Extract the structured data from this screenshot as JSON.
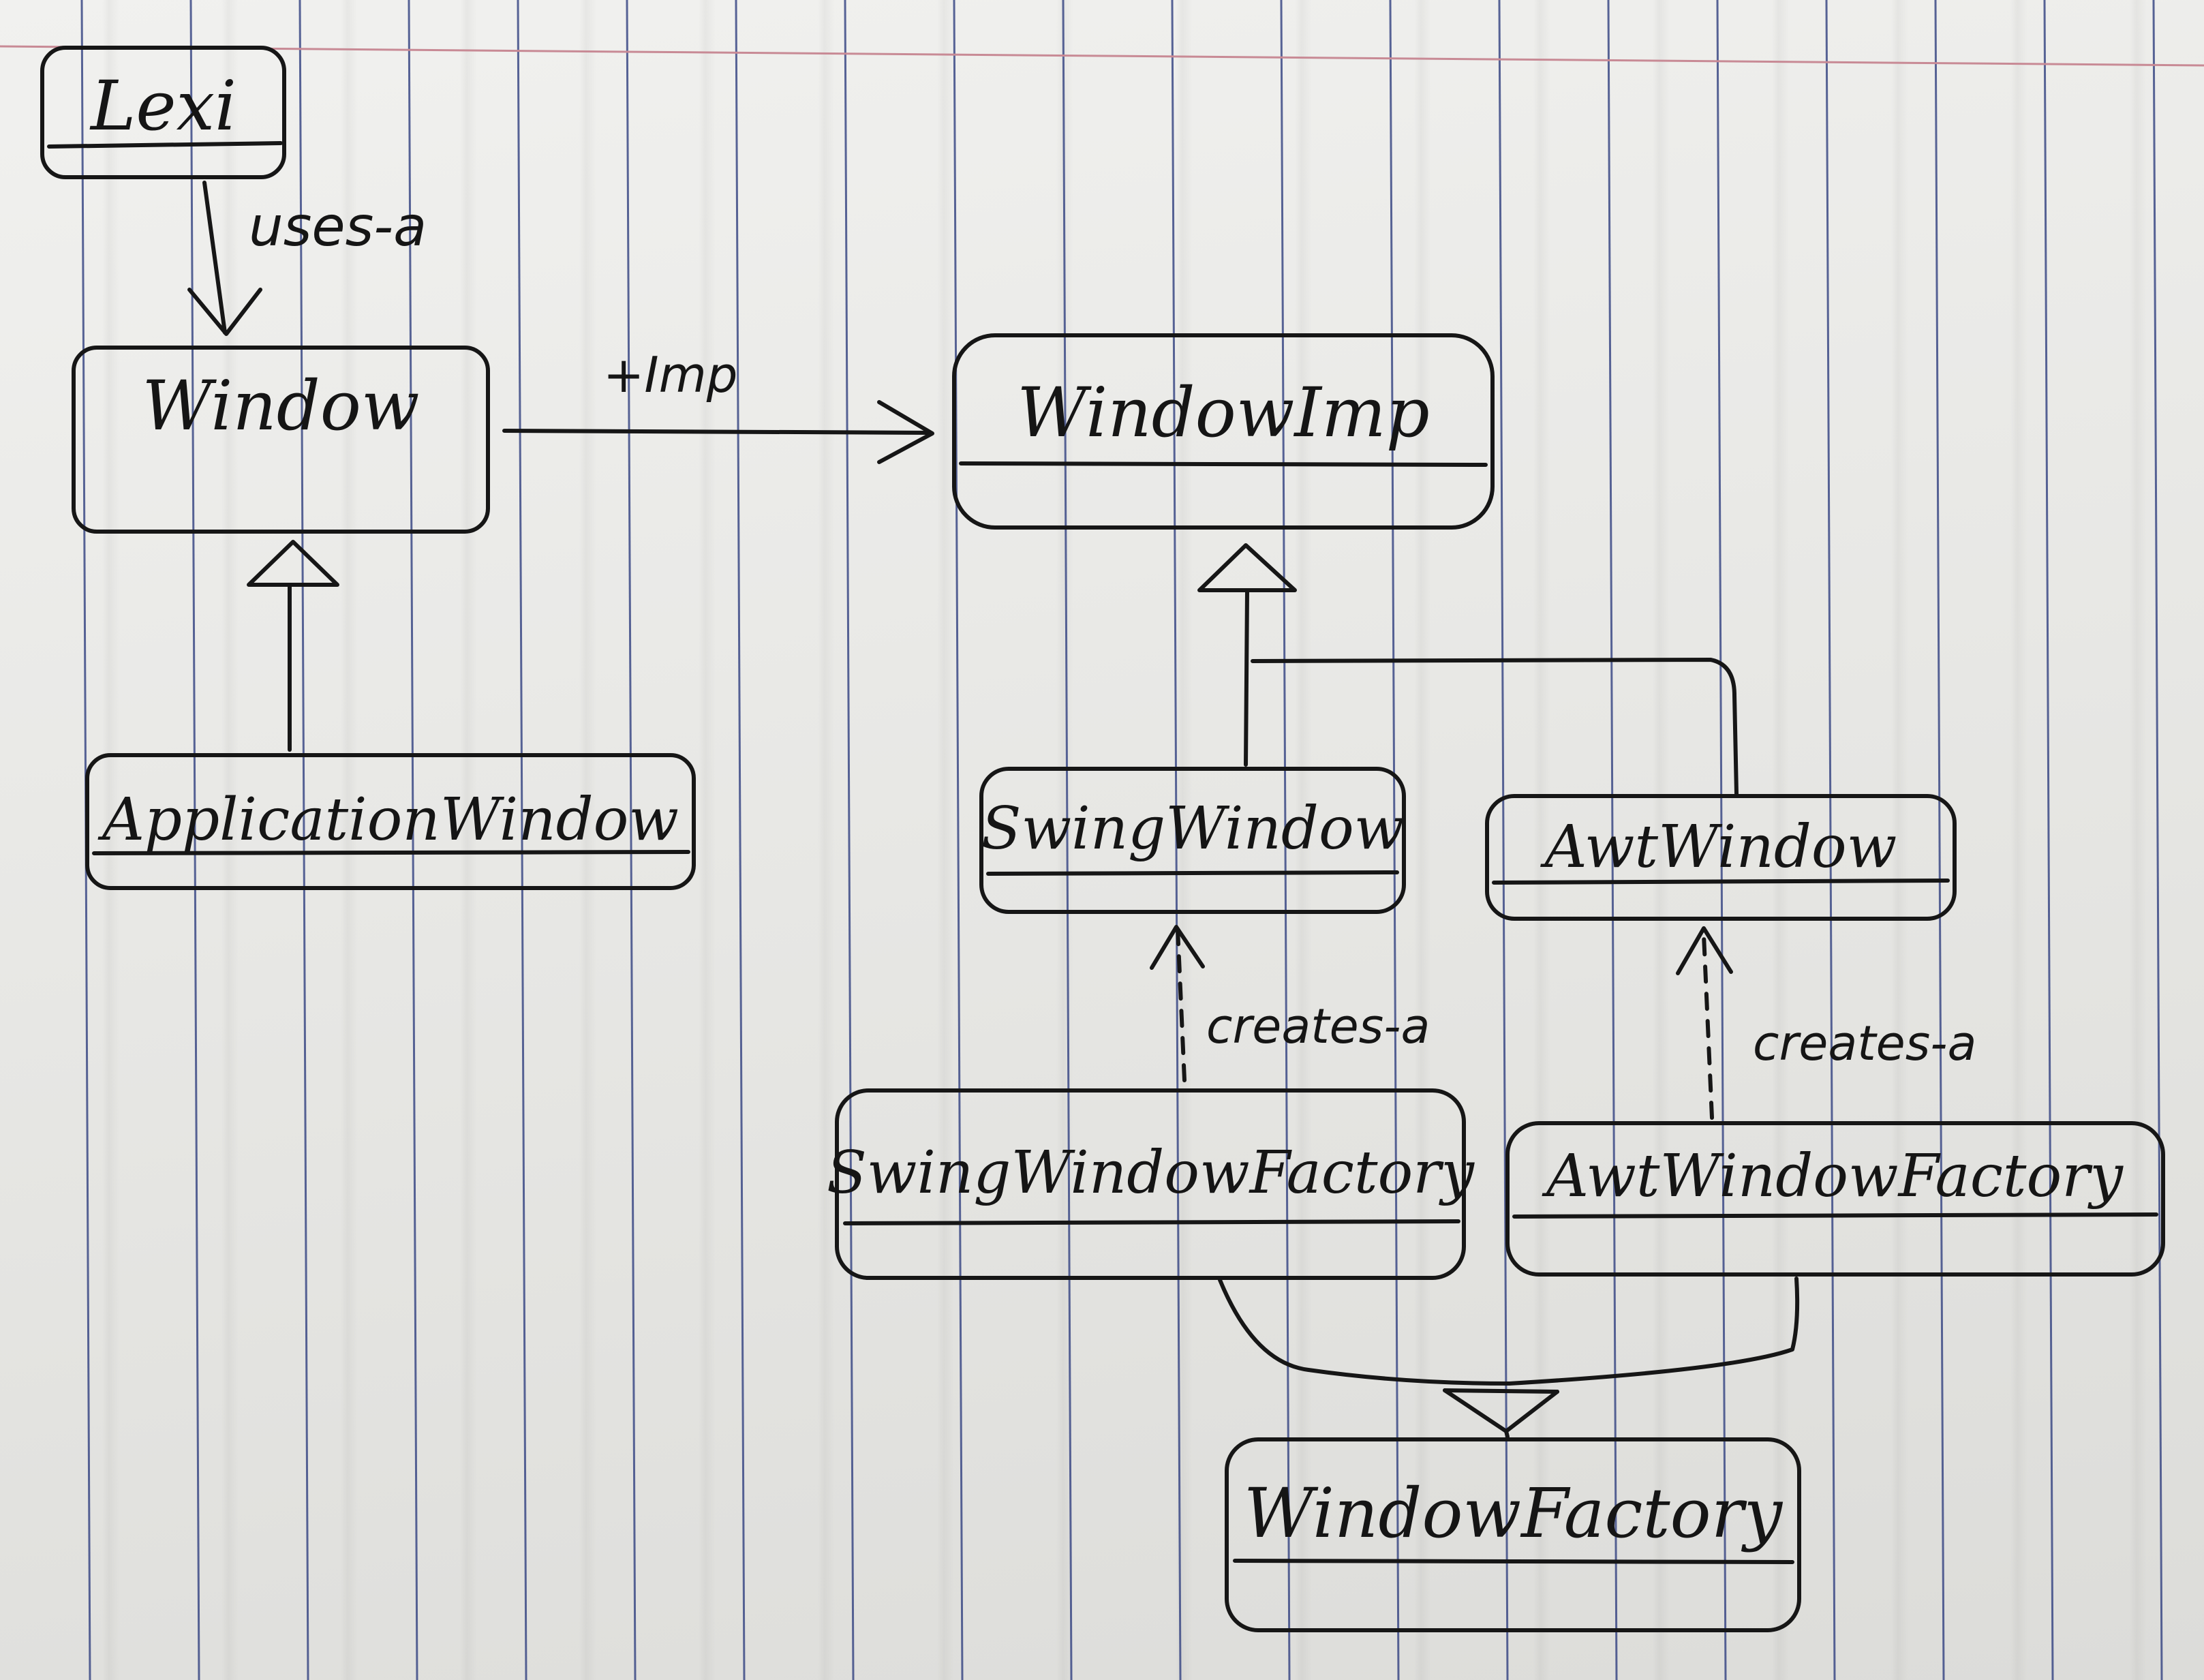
{
  "diagram": {
    "classes": {
      "lexi": "Lexi",
      "window": "Window",
      "window_imp": "WindowImp",
      "application_window": "ApplicationWindow",
      "swing_window": "SwingWindow",
      "awt_window": "AwtWindow",
      "swing_window_factory": "SwingWindowFactory",
      "awt_window_factory": "AwtWindowFactory",
      "window_factory": "WindowFactory"
    },
    "relations": {
      "uses_a": "uses-a",
      "imp": "+Imp",
      "creates_a_swing": "creates-a",
      "creates_a_awt": "creates-a"
    }
  }
}
